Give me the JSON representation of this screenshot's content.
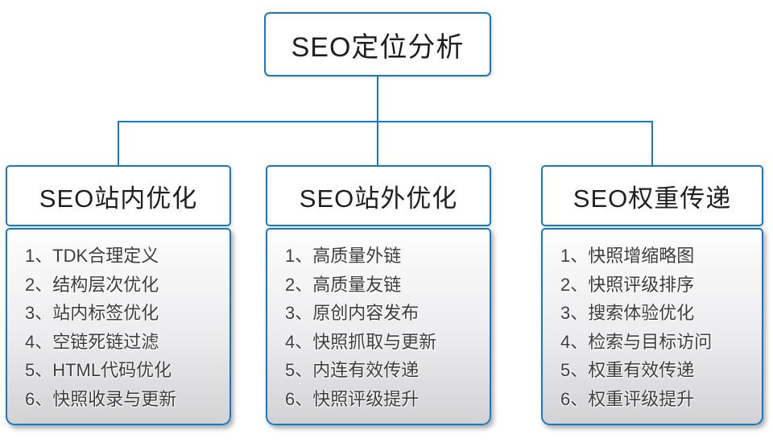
{
  "colors": {
    "accent": "#1779c4",
    "header_text": "#1f1f1f",
    "list_text": "#3d3d3d",
    "list_gradient_top": "#fdfdfd",
    "list_gradient_bottom": "#d2d2d4"
  },
  "root": {
    "title": "SEO定位分析"
  },
  "columns": [
    {
      "title": "SEO站内优化",
      "items": [
        "1、TDK合理定义",
        "2、结构层次优化",
        "3、站内标签优化",
        "4、空链死链过滤",
        "5、HTML代码优化",
        "6、快照收录与更新"
      ]
    },
    {
      "title": "SEO站外优化",
      "items": [
        "1、高质量外链",
        "2、高质量友链",
        "3、原创内容发布",
        "4、快照抓取与更新",
        "5、内连有效传递",
        "6、快照评级提升"
      ]
    },
    {
      "title": "SEO权重传递",
      "items": [
        "1、快照增缩略图",
        "2、快照评级排序",
        "3、搜索体验优化",
        "4、检索与目标访问",
        "5、权重有效传递",
        "6、权重评级提升"
      ]
    }
  ]
}
